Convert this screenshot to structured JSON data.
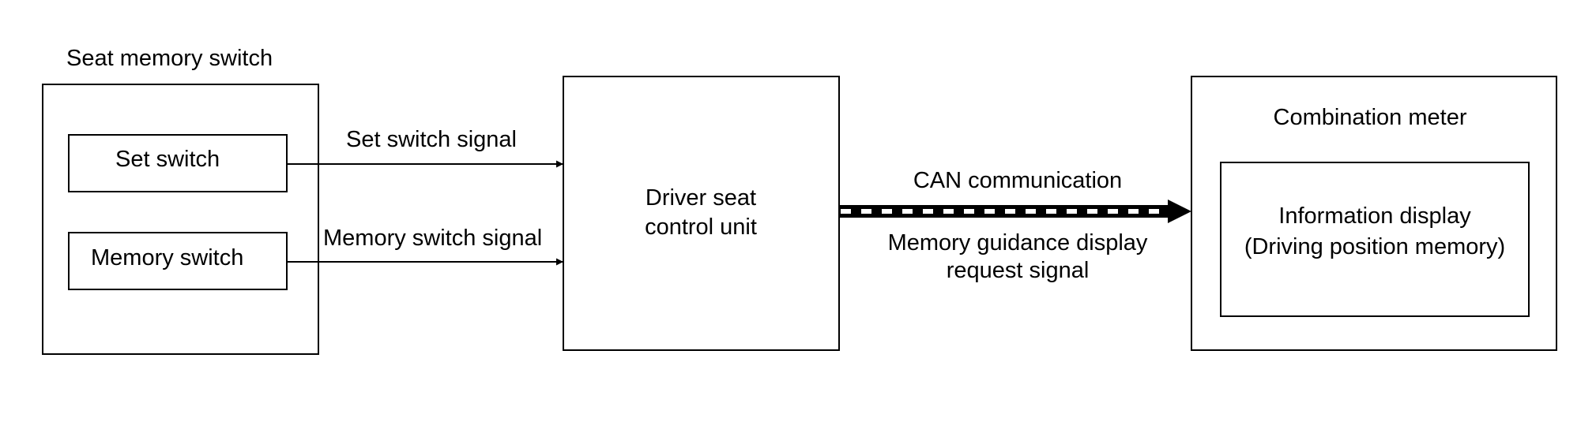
{
  "seat_memory_switch": {
    "title": "Seat memory switch",
    "set_switch": "Set switch",
    "memory_switch": "Memory switch"
  },
  "signals": {
    "set_switch_signal": "Set switch signal",
    "memory_switch_signal": "Memory switch signal",
    "can_communication": "CAN communication",
    "memory_guidance_line1": "Memory guidance display",
    "memory_guidance_line2": "request signal"
  },
  "driver_seat_control_unit": {
    "line1": "Driver seat",
    "line2": "control unit"
  },
  "combination_meter": {
    "title": "Combination meter",
    "info_display_line1": "Information display",
    "info_display_line2": "(Driving position memory)"
  },
  "colors": {
    "line": "#000000",
    "background": "#ffffff"
  }
}
